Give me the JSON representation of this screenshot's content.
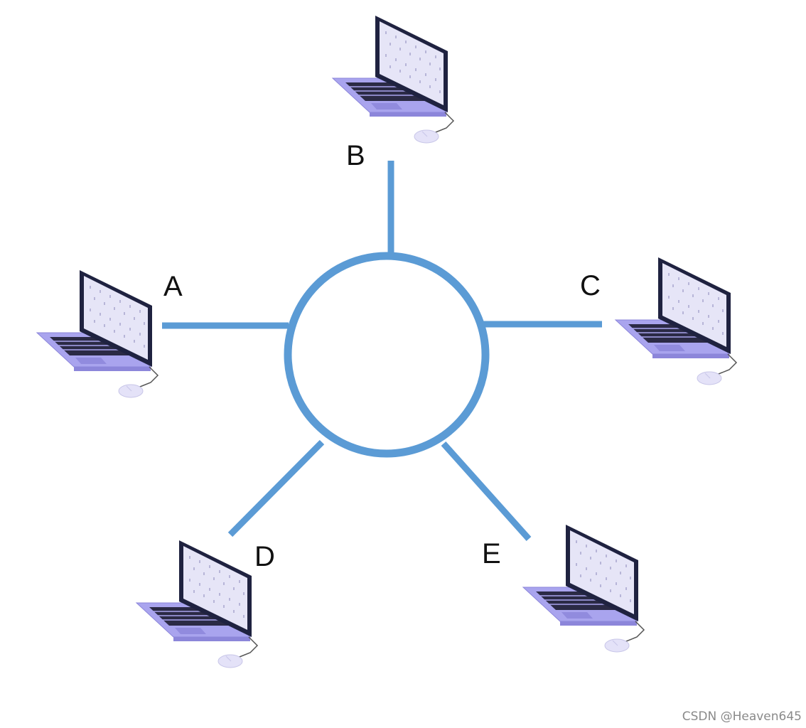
{
  "diagram": {
    "type": "ring-network-topology",
    "link_color": "#5B9BD5",
    "nodes": [
      {
        "id": "A",
        "label": "A",
        "icon": "laptop-icon"
      },
      {
        "id": "B",
        "label": "B",
        "icon": "laptop-icon"
      },
      {
        "id": "C",
        "label": "C",
        "icon": "laptop-icon"
      },
      {
        "id": "D",
        "label": "D",
        "icon": "laptop-icon"
      },
      {
        "id": "E",
        "label": "E",
        "icon": "laptop-icon"
      }
    ],
    "ring": {
      "icon": "ring-icon"
    }
  },
  "watermark": "CSDN @Heaven645"
}
